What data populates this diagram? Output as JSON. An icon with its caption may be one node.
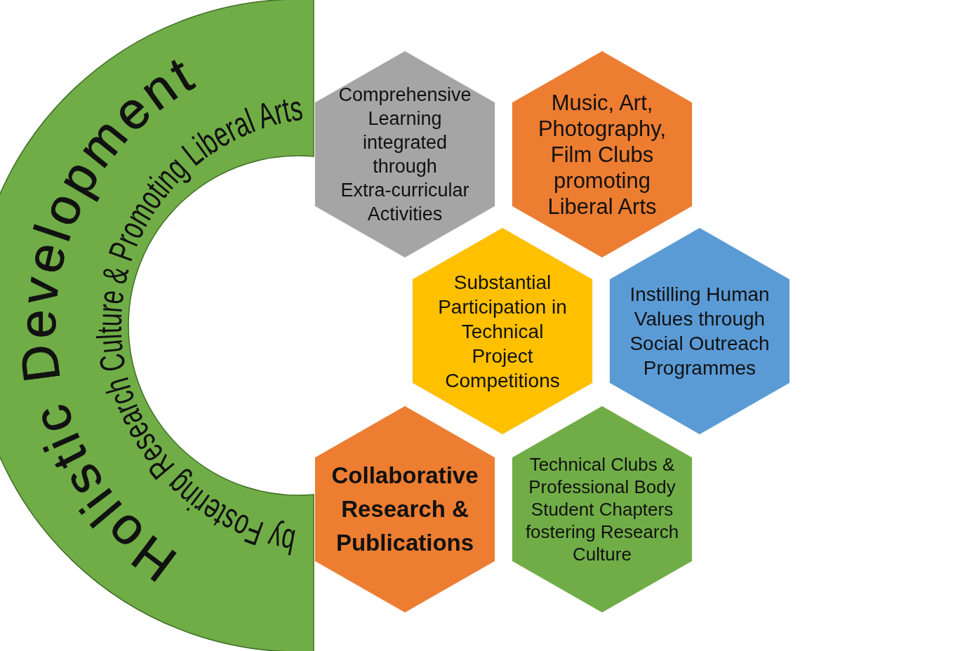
{
  "diagram": {
    "nodes": [
      {
        "text": [
          "Holistic Development",
          "by Fostering Research Culture & Promoting Liberal Arts"
        ]
      },
      {
        "text": [
          "Comprehensive Learning integrated through Extra-curricular Activities"
        ]
      },
      {
        "text": [
          "Music, Art, Photography, Film Clubs promoting Liberal Arts"
        ]
      },
      {
        "text": [
          "Substantial Participation in Technical Project Competitions"
        ]
      },
      {
        "text": [
          "Instilling Human Values through Social Outreach Programmes"
        ]
      },
      {
        "text": [
          "Collaborative Research & Publications"
        ]
      },
      {
        "text": [
          "Technical Clubs & Professional Body Student Chapters fostering Research Culture"
        ]
      }
    ]
  }
}
